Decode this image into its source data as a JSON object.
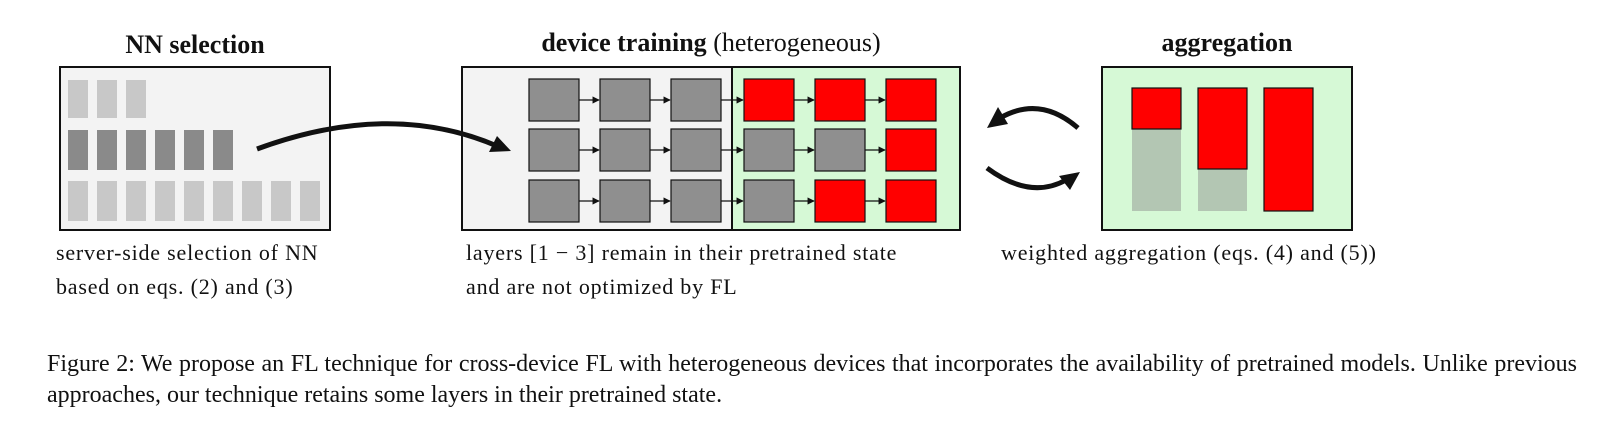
{
  "panels": {
    "selection": {
      "title": "NN selection",
      "desc_lines": [
        "server-side selection of NN",
        "based on eqs. (2) and (3)"
      ]
    },
    "training": {
      "title_bold": "device training",
      "title_rest": "(heterogeneous)",
      "desc_lines": [
        "layers [1 − 3] remain in their pretrained state",
        "and are not optimized by FL"
      ]
    },
    "aggregation": {
      "title": "aggregation",
      "desc_lines": [
        "weighted aggregation (eqs. (4) and (5))"
      ]
    }
  },
  "caption": "Figure 2: We propose an FL technique for cross-device FL with heterogeneous devices that incorporates the availability of pretrained models. Unlike previous approaches, our technique retains some layers in their pretrained state.",
  "colors": {
    "panel_gray": "#f3f3f3",
    "panel_green": "#d6f9d6",
    "layer_gray": "#8a8a8a",
    "layer_light": "#c8c8c8",
    "layer_mid": "#8f8f8f",
    "trained_red": "#ff0000",
    "bar_faded": "#b3c6b3"
  },
  "selection_rows": [
    3,
    6,
    9
  ],
  "training_grid": [
    [
      "pretrained",
      "pretrained",
      "pretrained",
      "trained",
      "trained",
      "trained"
    ],
    [
      "pretrained",
      "pretrained",
      "pretrained",
      "pretrained",
      "pretrained",
      "trained"
    ],
    [
      "pretrained",
      "pretrained",
      "pretrained",
      "pretrained",
      "trained",
      "trained"
    ]
  ],
  "aggregation_bars": [
    {
      "red_fraction": 0.33
    },
    {
      "red_fraction": 0.66
    },
    {
      "red_fraction": 1.0
    }
  ]
}
